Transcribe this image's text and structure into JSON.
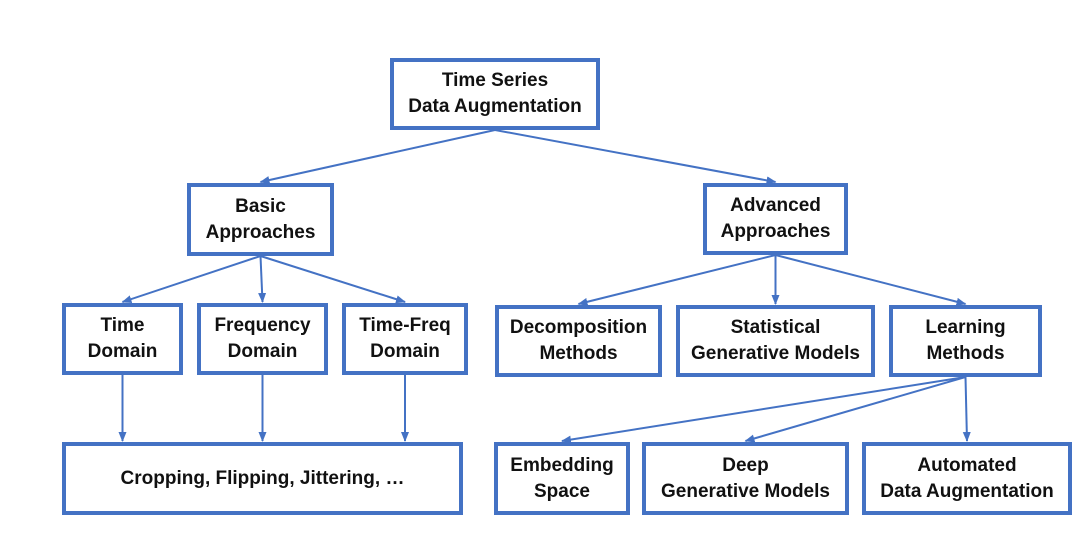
{
  "diagram": {
    "line_color": "#4472c4",
    "nodes": {
      "root": {
        "line1": "Time Series",
        "line2": "Data Augmentation"
      },
      "basic": {
        "line1": "Basic",
        "line2": "Approaches"
      },
      "advanced": {
        "line1": "Advanced",
        "line2": "Approaches"
      },
      "time": {
        "line1": "Time",
        "line2": "Domain"
      },
      "frequency": {
        "line1": "Frequency",
        "line2": "Domain"
      },
      "timefreq": {
        "line1": "Time-Freq",
        "line2": "Domain"
      },
      "decomposition": {
        "line1": "Decomposition",
        "line2": "Methods"
      },
      "statistical": {
        "line1": "Statistical",
        "line2": "Generative Models"
      },
      "learning": {
        "line1": "Learning",
        "line2": "Methods"
      },
      "basic_ops": {
        "line1": "Cropping, Flipping, Jittering, …"
      },
      "embedding": {
        "line1": "Embedding",
        "line2": "Space"
      },
      "deep": {
        "line1": "Deep",
        "line2": "Generative Models"
      },
      "automated": {
        "line1": "Automated",
        "line2": "Data Augmentation"
      }
    },
    "edges": [
      {
        "from": "root",
        "to": "basic"
      },
      {
        "from": "root",
        "to": "advanced"
      },
      {
        "from": "basic",
        "to": "time"
      },
      {
        "from": "basic",
        "to": "frequency"
      },
      {
        "from": "basic",
        "to": "timefreq"
      },
      {
        "from": "advanced",
        "to": "decomposition"
      },
      {
        "from": "advanced",
        "to": "statistical"
      },
      {
        "from": "advanced",
        "to": "learning"
      },
      {
        "from": "time",
        "to": "basic_ops"
      },
      {
        "from": "frequency",
        "to": "basic_ops"
      },
      {
        "from": "timefreq",
        "to": "basic_ops"
      },
      {
        "from": "learning",
        "to": "embedding"
      },
      {
        "from": "learning",
        "to": "deep"
      },
      {
        "from": "learning",
        "to": "automated"
      }
    ]
  }
}
